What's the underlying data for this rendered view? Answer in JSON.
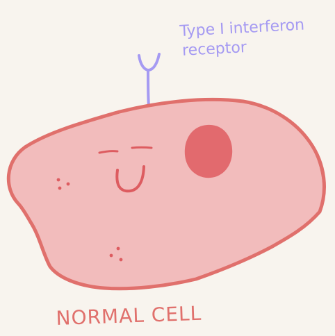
{
  "diagram": {
    "receptor_label": {
      "line1": "Type I interferon",
      "line2": "receptor"
    },
    "cell_label": "NORMAL CELL"
  },
  "colors": {
    "paper": "#f8f4ee",
    "cell_fill": "#f2bcbc",
    "cell_outline": "#e0706c",
    "nucleus": "#e26a6e",
    "receptor": "#a59af2",
    "face_and_granules": "#dd5c60",
    "label_text": "#e0706c"
  }
}
